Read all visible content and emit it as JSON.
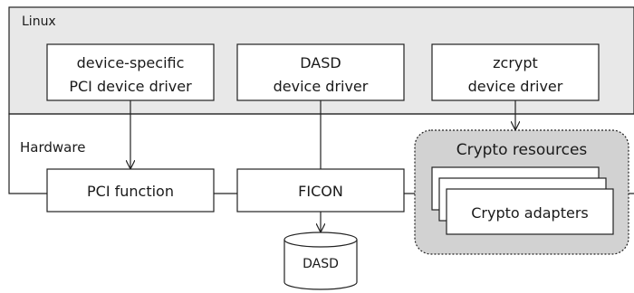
{
  "layers": {
    "linux_label": "Linux",
    "hardware_label": "Hardware"
  },
  "drivers": {
    "pci": {
      "line1": "device-specific",
      "line2": "PCI device driver"
    },
    "dasd": {
      "line1": "DASD",
      "line2": "device driver"
    },
    "zcrypt": {
      "line1": "zcrypt",
      "line2": "device driver"
    }
  },
  "hardware": {
    "pci_function": "PCI function",
    "ficon": "FICON",
    "dasd_storage": "DASD"
  },
  "crypto": {
    "group_label": "Crypto resources",
    "adapters_label": "Crypto adapters"
  },
  "colors": {
    "linux_background": "#e8e8e8",
    "crypto_background": "#d2d2d2",
    "stroke": "#222222"
  }
}
